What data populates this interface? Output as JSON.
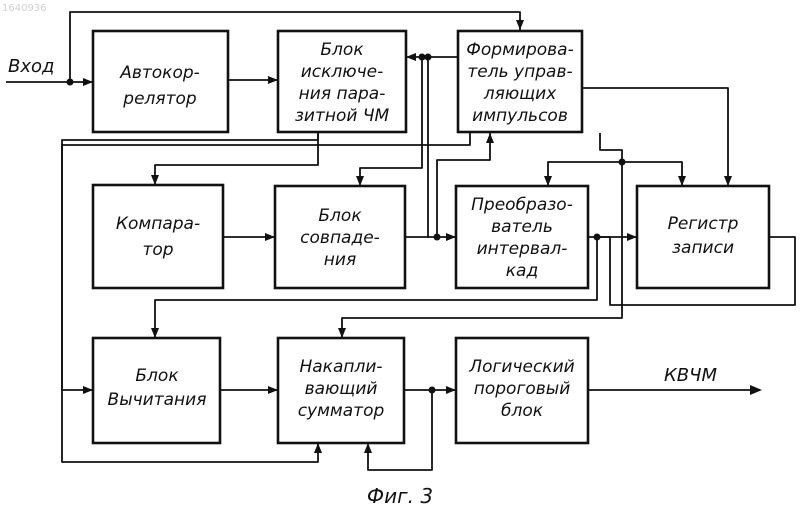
{
  "watermark": "1640936",
  "input_label": "Вход",
  "output_label": "КВЧМ",
  "caption": "Фиг. 3",
  "blocks": {
    "autocorrelator": [
      "Автокор-",
      "релятор"
    ],
    "exclusion": [
      "Блок",
      "исключе-",
      "ния пара-",
      "зитной ЧМ"
    ],
    "pulse_former": [
      "Формирова-",
      "тель управ-",
      "ляющих",
      "импульсов"
    ],
    "comparator": [
      "Компара-",
      "тор"
    ],
    "coincidence": [
      "Блок",
      "совпаде-",
      "ния"
    ],
    "interval_converter": [
      "Преобразо-",
      "ватель",
      "интервал-",
      "кад"
    ],
    "register": [
      "Регистр",
      "записи"
    ],
    "subtraction": [
      "Блок",
      "Вычитания"
    ],
    "accumulator": [
      "Накапли-",
      "вающий",
      "сумматор"
    ],
    "threshold": [
      "Логический",
      "пороговый",
      "блок"
    ]
  }
}
